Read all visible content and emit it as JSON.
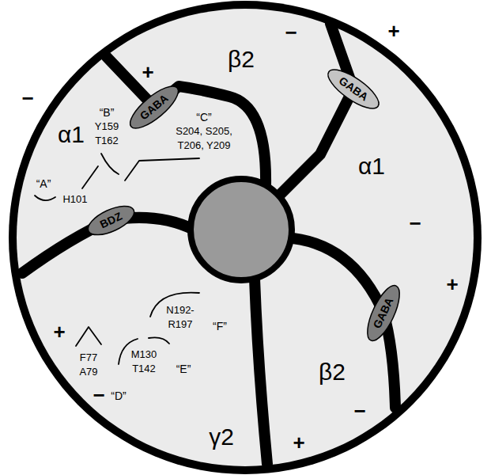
{
  "diagram": {
    "nodes": [
      {
        "text": [
          "β2"
        ]
      },
      {
        "text": [
          "GABA"
        ]
      },
      {
        "text": [
          "GABA"
        ]
      },
      {
        "text": [
          "α1"
        ]
      },
      {
        "text": [
          "α1"
        ]
      },
      {
        "text": [
          "BDZ"
        ]
      },
      {
        "text": [
          "GABA"
        ]
      },
      {
        "text": [
          "β2"
        ]
      },
      {
        "text": [
          "γ2"
        ]
      }
    ],
    "labels": [
      "−",
      "+",
      "−",
      "+",
      "“B”",
      "Y159",
      "T162",
      "“C”",
      "S204, S205,",
      "T206, Y209",
      "“A”",
      "H101",
      "−",
      "+",
      "N192-",
      "R197",
      "“F”",
      "+",
      "M130",
      "T142",
      "“E”",
      "F77",
      "A79",
      "−",
      "“D”",
      "−",
      "+"
    ]
  }
}
